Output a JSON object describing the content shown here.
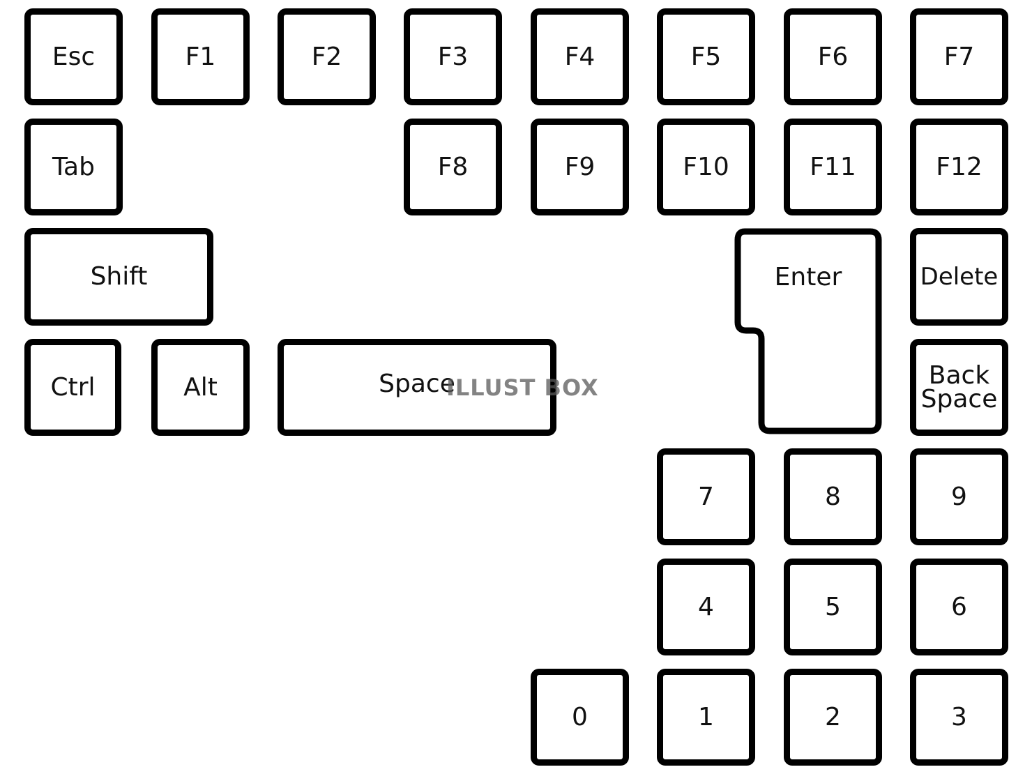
{
  "keys": {
    "esc": "Esc",
    "f1": "F1",
    "f2": "F2",
    "f3": "F3",
    "f4": "F4",
    "f5": "F5",
    "f6": "F6",
    "f7": "F7",
    "tab": "Tab",
    "f8": "F8",
    "f9": "F9",
    "f10": "F10",
    "f11": "F11",
    "f12": "F12",
    "shift": "Shift",
    "enter": "Enter",
    "delete": "Delete",
    "ctrl": "Ctrl",
    "alt": "Alt",
    "space": "Space",
    "backspace_line1": "Back",
    "backspace_line2": "Space",
    "n7": "7",
    "n8": "8",
    "n9": "9",
    "n4": "4",
    "n5": "5",
    "n6": "6",
    "n0": "0",
    "n1": "1",
    "n2": "2",
    "n3": "3"
  },
  "watermark": "ILLUST BOX",
  "colors": {
    "key_border": "#000000",
    "key_fill": "#ffffff",
    "text": "#111111"
  }
}
